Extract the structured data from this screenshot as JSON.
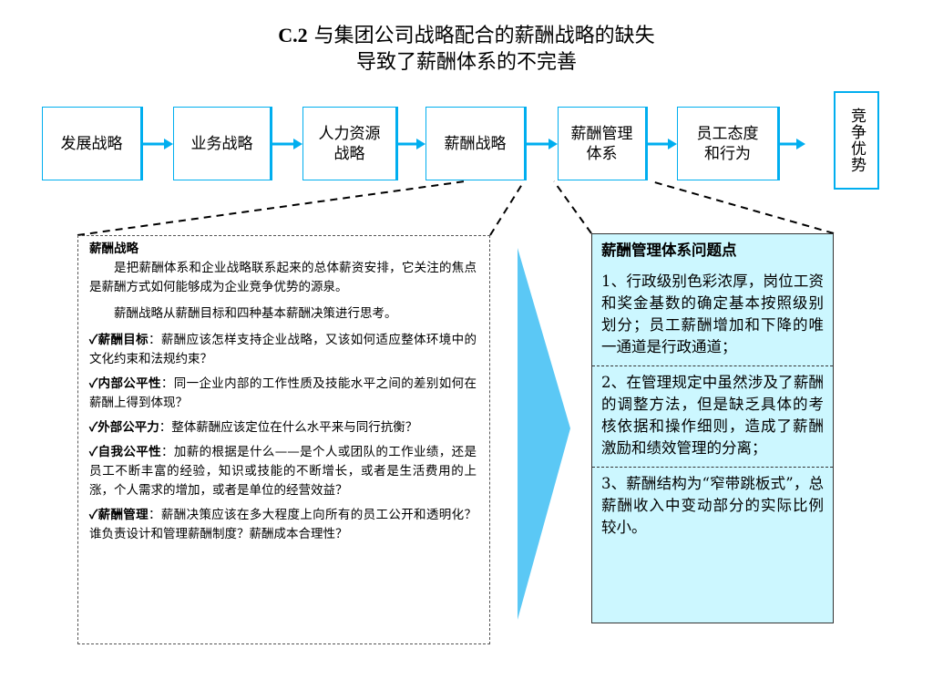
{
  "title": {
    "prefix": "C.2",
    "line1": " 与集团公司战略配合的薪酬战略的缺失",
    "line2": "导致了薪酬体系的不完善"
  },
  "flow": [
    {
      "label": "发展战略"
    },
    {
      "label": "业务战略"
    },
    {
      "label": "人力资源\n战略"
    },
    {
      "label": "薪酬战略"
    },
    {
      "label": "薪酬管理\n体系"
    },
    {
      "label": "员工态度\n和行为"
    }
  ],
  "goal": {
    "label": "竞争优势"
  },
  "colors": {
    "accent": "#00aeef",
    "arrow": "#5bc8f5",
    "panel_bg": "#ccf7ff"
  },
  "left_panel": {
    "heading": "薪酬战略",
    "para1": "是把薪酬体系和企业战略联系起来的总体薪资安排，它关注的焦点是薪酬方式如何能够成为企业竞争优势的源泉。",
    "para2": "薪酬战略从薪酬目标和四种基本薪酬决策进行思考。",
    "items": [
      {
        "term": "✓薪酬目标",
        "text": "：薪酬应该怎样支持企业战略，又该如何适应整体环境中的文化约束和法规约束？"
      },
      {
        "term": "✓内部公平性",
        "text": "：同一企业内部的工作性质及技能水平之间的差别如何在薪酬上得到体现？"
      },
      {
        "term": "✓外部公平力",
        "text": "：整体薪酬应该定位在什么水平来与同行抗衡？"
      },
      {
        "term": "✓自我公平性",
        "text": "：加薪的根据是什么——是个人或团队的工作业绩，还是员工不断丰富的经验，知识或技能的不断增长，或者是生活费用的上涨，个人需求的增加，或者是单位的经营效益？"
      },
      {
        "term": "✓薪酬管理",
        "text": "：薪酬决策应该在多大程度上向所有的员工公开和透明化？谁负责设计和管理薪酬制度？薪酬成本合理性？"
      }
    ]
  },
  "right_panel": {
    "title": "薪酬管理体系问题点",
    "items": [
      "1、行政级别色彩浓厚，岗位工资和奖金基数的确定基本按照级别划分；员工薪酬增加和下降的唯一通道是行政通道；",
      "2、在管理规定中虽然涉及了薪酬的调整方法，但是缺乏具体的考核依据和操作细则，造成了薪酬激励和绩效管理的分离；",
      "3、薪酬结构为“窄带跳板式”，总薪酬收入中变动部分的实际比例较小。"
    ]
  }
}
